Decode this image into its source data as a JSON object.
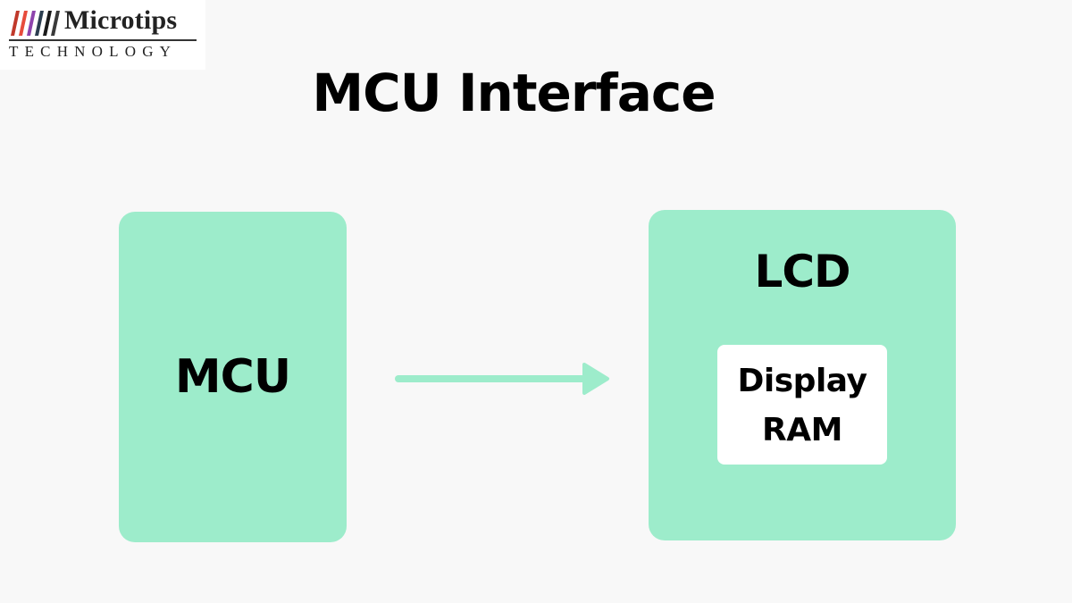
{
  "logo": {
    "name": "Microtips",
    "tagline": "TECHNOLOGY",
    "stripe_colors": [
      "#c0392b",
      "#e74c3c",
      "#8e44ad",
      "#2c3e50",
      "#1a1a1a",
      "#3a3a3a"
    ]
  },
  "title": "MCU Interface",
  "diagram": {
    "mcu": {
      "label": "MCU"
    },
    "lcd": {
      "label": "LCD",
      "ram_line_1": "Display",
      "ram_line_2": "RAM"
    },
    "arrow": {
      "direction": "right",
      "from": "MCU",
      "to": "LCD"
    }
  },
  "colors": {
    "block_fill": "#9deccb",
    "arrow": "#9deccb",
    "background": "#f8f8f8",
    "ram_fill": "#ffffff"
  }
}
